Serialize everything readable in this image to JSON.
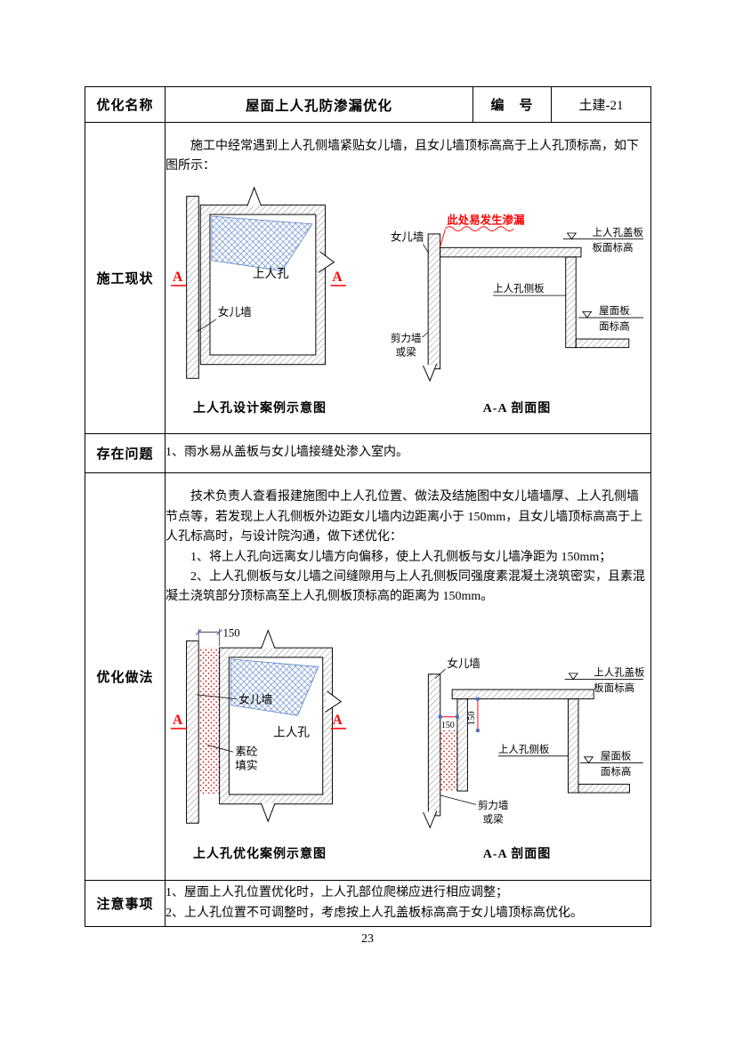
{
  "page": {
    "number": "23"
  },
  "header": {
    "name_label": "优化名称",
    "name_value": "屋面上人孔防渗漏优化",
    "code_label": "编　号",
    "code_value": "土建-21"
  },
  "sections": {
    "status": {
      "label": "施工现状",
      "paragraph": "施工中经常遇到上人孔侧墙紧贴女儿墙，且女儿墙顶标高高于上人孔顶标高，如下图所示：",
      "plan_caption": "上人孔设计案例示意图",
      "section_caption": "A-A 剖面图"
    },
    "problem": {
      "label": "存在问题",
      "text": "1、雨水易从盖板与女儿墙接缝处渗入室内。"
    },
    "optimization": {
      "label": "优化做法",
      "paragraphs": [
        "技术负责人查看报建施图中上人孔位置、做法及结施图中女儿墙墙厚、上人孔侧墙节点等，若发现上人孔侧板外边距女儿墙内边距离小于 150mm，且女儿墙顶标高高于上人孔标高时，与设计院沟通，做下述优化：",
        "1、将上人孔向远离女儿墙方向偏移，使上人孔侧板与女儿墙净距为 150mm；",
        "2、上人孔侧板与女儿墙之间缝隙用与上人孔侧板同强度素混凝土浇筑密实，且素混凝土浇筑部分顶标高至上人孔侧板顶标高的距离为 150mm。"
      ],
      "plan_caption": "上人孔优化案例示意图",
      "section_caption": "A-A 剖面图"
    },
    "notes": {
      "label": "注意事项",
      "items": [
        "1、屋面上人孔位置优化时，上人孔部位爬梯应进行相应调整；",
        "2、上人孔位置不可调整时，考虑按上人孔盖板标高高于女儿墙顶标高优化。"
      ]
    }
  },
  "diagrams": {
    "section_marker": "A",
    "plan_existing": {
      "manhole_label": "上人孔",
      "parapet_label": "女儿墙"
    },
    "section_existing": {
      "parapet_label": "女儿墙",
      "leak_warning": "此处易发生渗漏",
      "cover_label_line1": "上人孔盖板",
      "cover_label_line2": "板面标高",
      "side_plate_label": "上人孔侧板",
      "shear_wall_line1": "剪力墙",
      "shear_wall_line2": "或梁",
      "roof_label_line1": "屋面板",
      "roof_label_line2": "面标高"
    },
    "plan_optimized": {
      "dim_150": "150",
      "parapet_label": "女儿墙",
      "manhole_label": "上人孔",
      "fill_label_line1": "素砼",
      "fill_label_line2": "填实"
    },
    "section_optimized": {
      "parapet_label": "女儿墙",
      "dim_150_vertical": "150",
      "dim_150_horizontal": "150",
      "cover_label_line1": "上人孔盖板",
      "cover_label_line2": "板面标高",
      "side_plate_label": "上人孔侧板",
      "shear_wall_line1": "剪力墙",
      "shear_wall_line2": "或梁",
      "roof_label_line1": "屋面板",
      "roof_label_line2": "面标高"
    }
  },
  "colors": {
    "accent_red": "#ff0000",
    "hatch_blue": "#4472c4",
    "text_black": "#000000"
  }
}
